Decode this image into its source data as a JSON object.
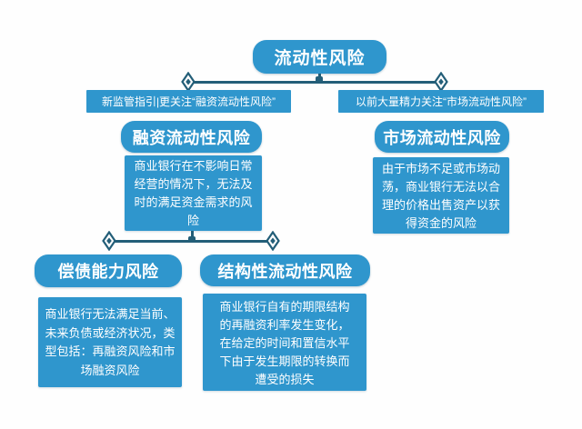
{
  "palette": {
    "node_blue": "#2f96cd",
    "connector_teal": "#235e78",
    "text_white": "#ffffff",
    "background": "#fefefe"
  },
  "diagram": {
    "root": {
      "label": "流动性风险"
    },
    "branch_notes": {
      "left": "新监管指引|更关注“融资流动性风险”",
      "right": "以前大量精力关注“市场流动性风险”"
    },
    "nodes": {
      "funding": {
        "title": "融资流动性风险",
        "desc": "商业银行在不影响日常\n经营的情况下，无法及\n时的满足资金需求的风\n险"
      },
      "market": {
        "title": "市场流动性风险",
        "desc": "由于市场不足或市场动\n荡，商业银行无法以合\n理的价格出售资产以获\n得资金的风险"
      },
      "solvency": {
        "title": "偿债能力风险",
        "desc": "商业银行无法满足当前、\n未来负债或经济状况，类\n型包括：再融资风险和市\n场融资风险"
      },
      "structural": {
        "title": "结构性流动性风险",
        "desc": "商业银行自有的期限结构\n的再融资利率发生变化，\n在给定的时间和置信水平\n下由于发生期限的转换而\n遭受的损失"
      }
    }
  }
}
